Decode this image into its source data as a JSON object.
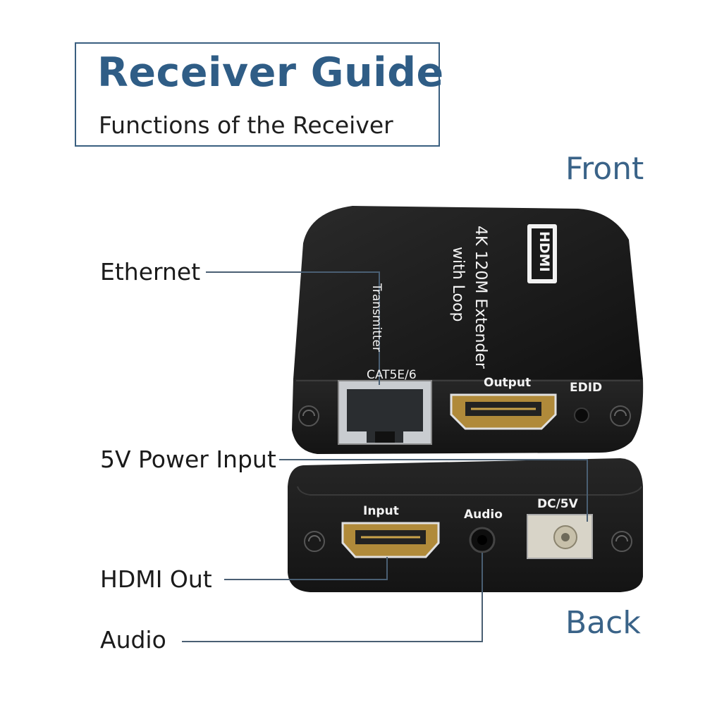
{
  "header": {
    "title": "Receiver Guide",
    "subtitle": "Functions of the Receiver"
  },
  "sides": {
    "front": "Front",
    "back": "Back"
  },
  "callouts": {
    "ethernet": "Ethernet",
    "power": "5V Power Input",
    "hdmi_out": "HDMI Out",
    "audio": "Audio"
  },
  "device_top": {
    "brand": "HDMI",
    "model_line1": "4K 120M Extender",
    "model_line2": "with Loop",
    "unit_type": "Transmitter"
  },
  "front_ports": {
    "cat": "CAT5E/6",
    "output": "Output",
    "edid": "EDID"
  },
  "back_ports": {
    "input": "Input",
    "audio": "Audio",
    "dc": "DC/5V"
  },
  "colors": {
    "accent": "#2f5d86",
    "device_body": "#1c1c1c",
    "leader_line": "#4a5f73"
  }
}
